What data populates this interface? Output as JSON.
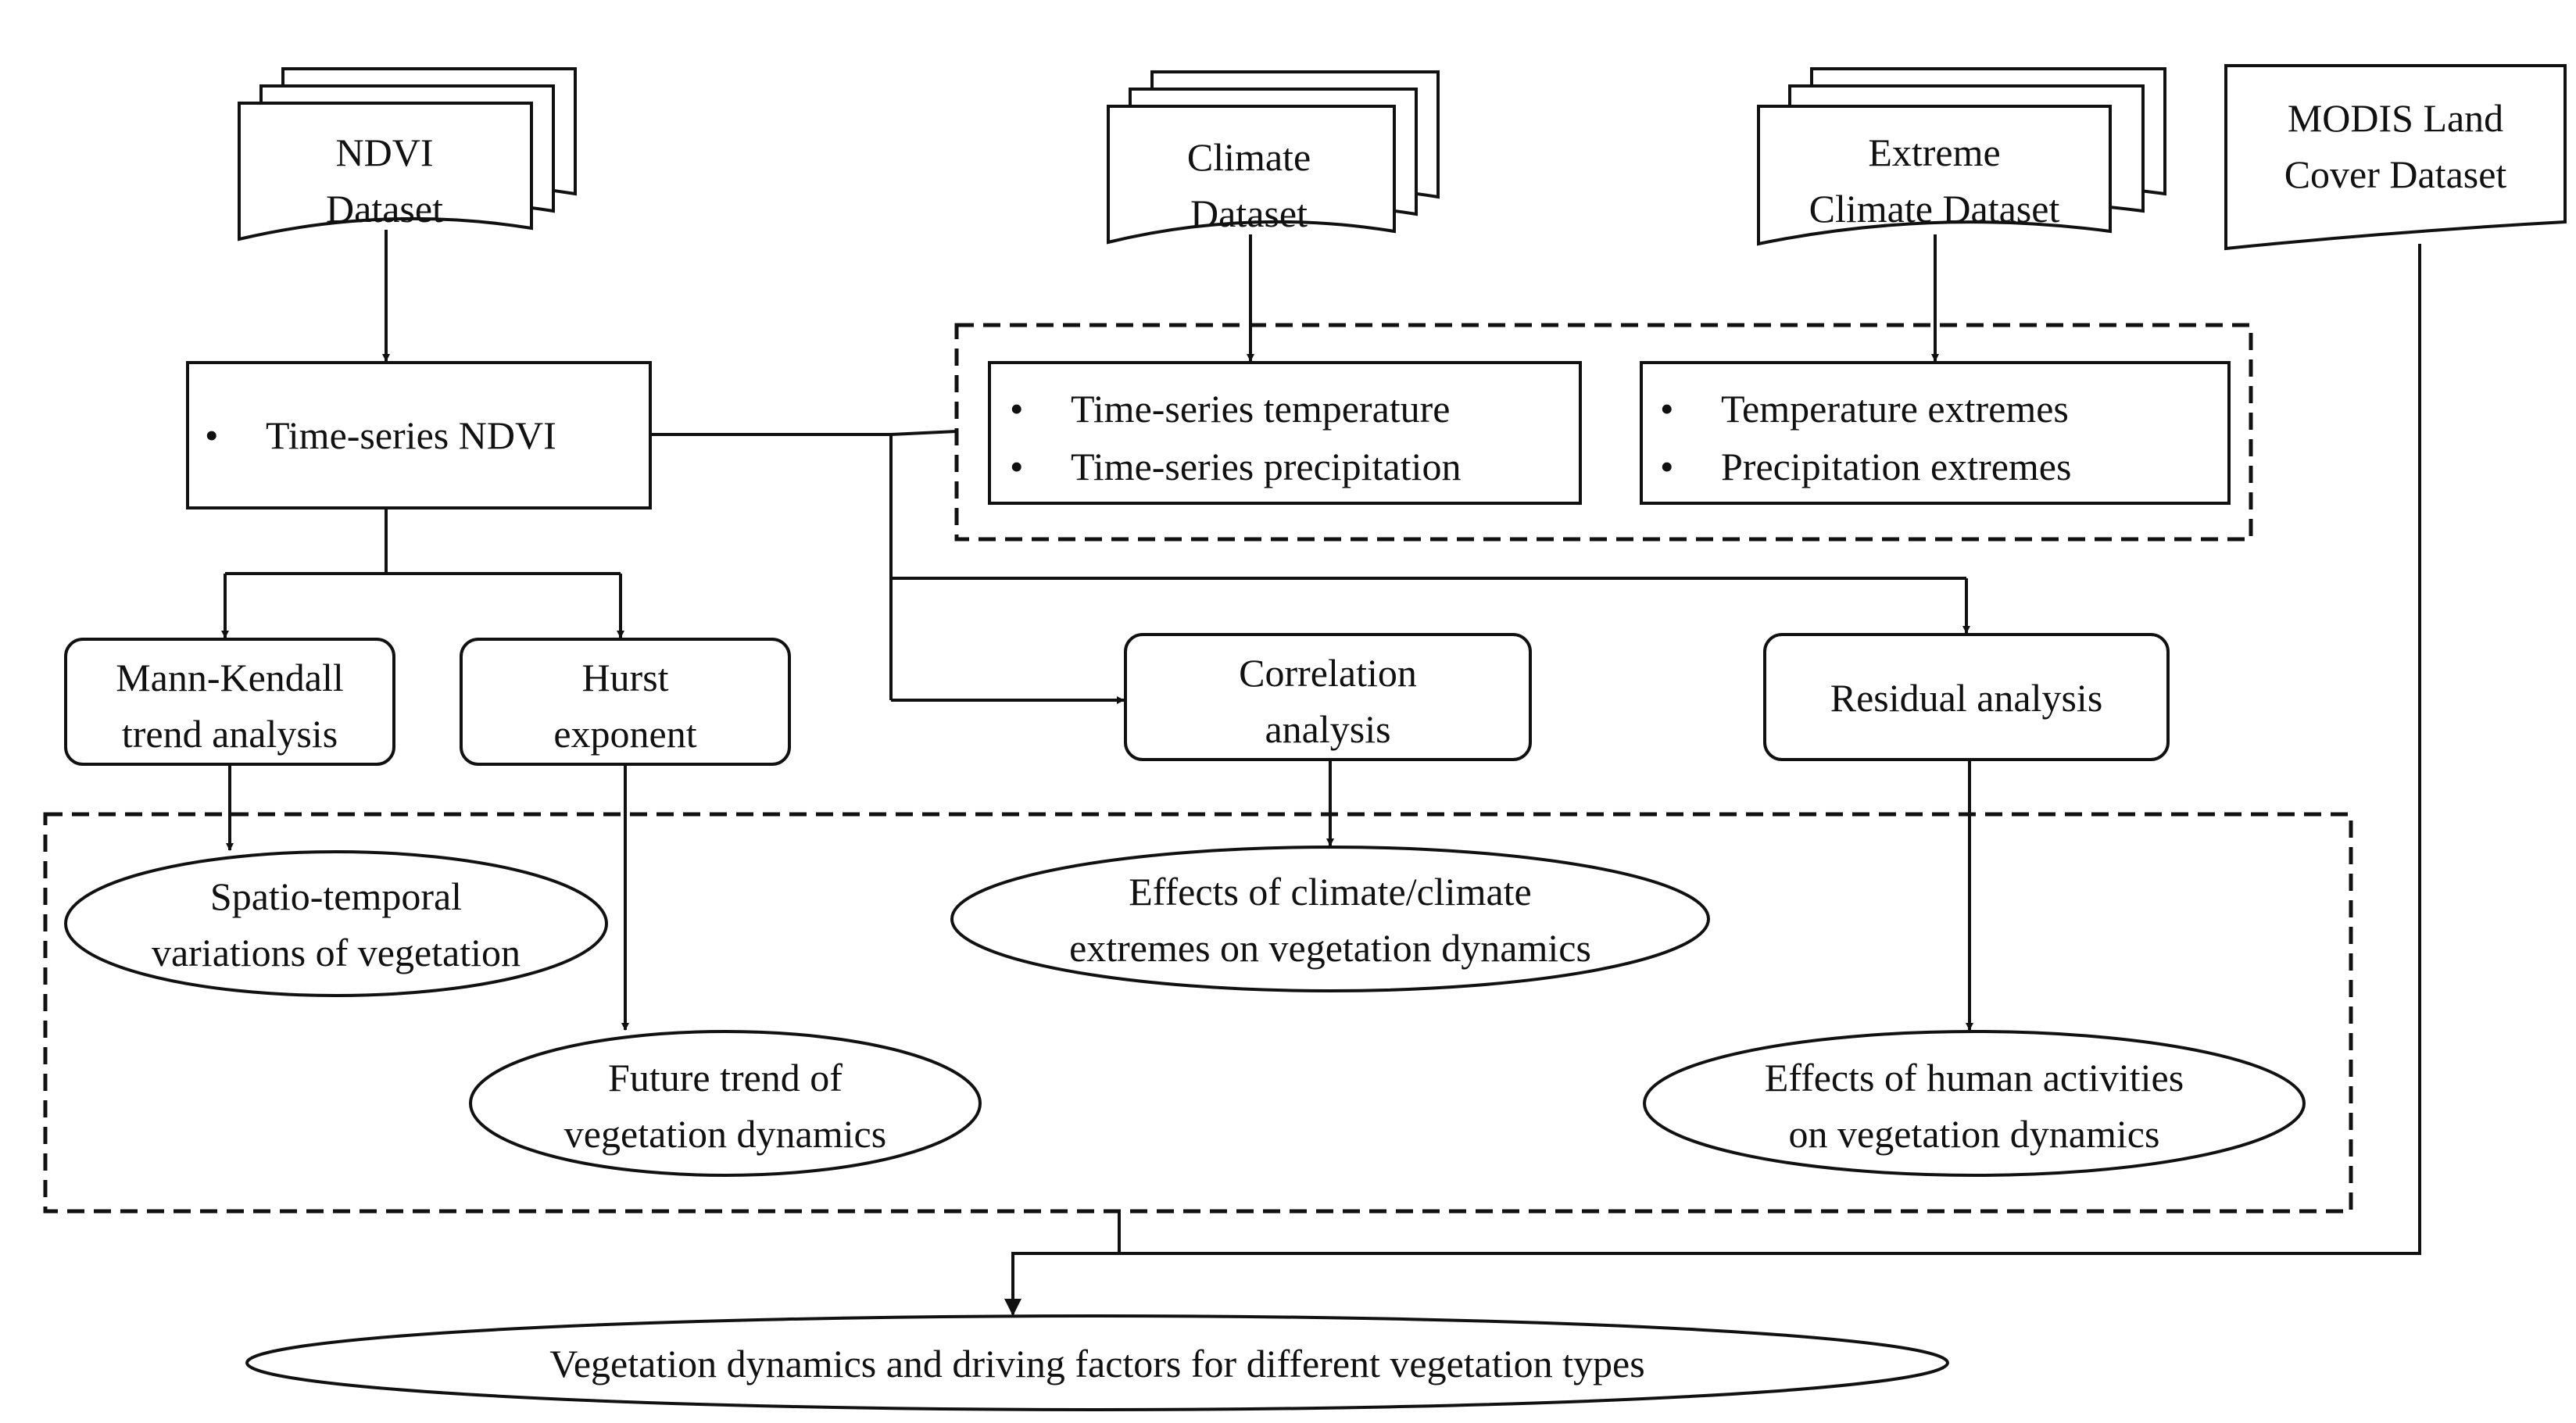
{
  "colors": {
    "line": "#111111",
    "background": "#ffffff"
  },
  "datasets": {
    "ndvi": {
      "line1": "NDVI",
      "line2": "Dataset"
    },
    "climate": {
      "line1": "Climate",
      "line2": "Dataset"
    },
    "extreme": {
      "line1": "Extreme",
      "line2": "Climate Dataset"
    },
    "modis": {
      "line1": "MODIS Land",
      "line2": "Cover Dataset"
    }
  },
  "inputs": {
    "ndvi_series": "Time-series NDVI",
    "climate_series": [
      "Time-series temperature",
      "Time-series precipitation"
    ],
    "extremes": [
      "Temperature extremes",
      "Precipitation extremes"
    ],
    "bullet": "•"
  },
  "methods": {
    "mann_kendall": {
      "line1": "Mann-Kendall",
      "line2": "trend analysis"
    },
    "hurst": {
      "line1": "Hurst",
      "line2": "exponent"
    },
    "correlation": {
      "line1": "Correlation",
      "line2": "analysis"
    },
    "residual": {
      "line1": "Residual analysis"
    }
  },
  "results": {
    "spatio_temporal": {
      "line1": "Spatio-temporal",
      "line2": "variations of vegetation"
    },
    "future_trend": {
      "line1": "Future trend of",
      "line2": "vegetation dynamics"
    },
    "climate_effects": {
      "line1": "Effects of climate/climate",
      "line2": "extremes on vegetation dynamics"
    },
    "human_effects": {
      "line1": "Effects of human activities",
      "line2": "on vegetation dynamics"
    }
  },
  "final": {
    "label": "Vegetation dynamics and driving factors for different vegetation types"
  }
}
